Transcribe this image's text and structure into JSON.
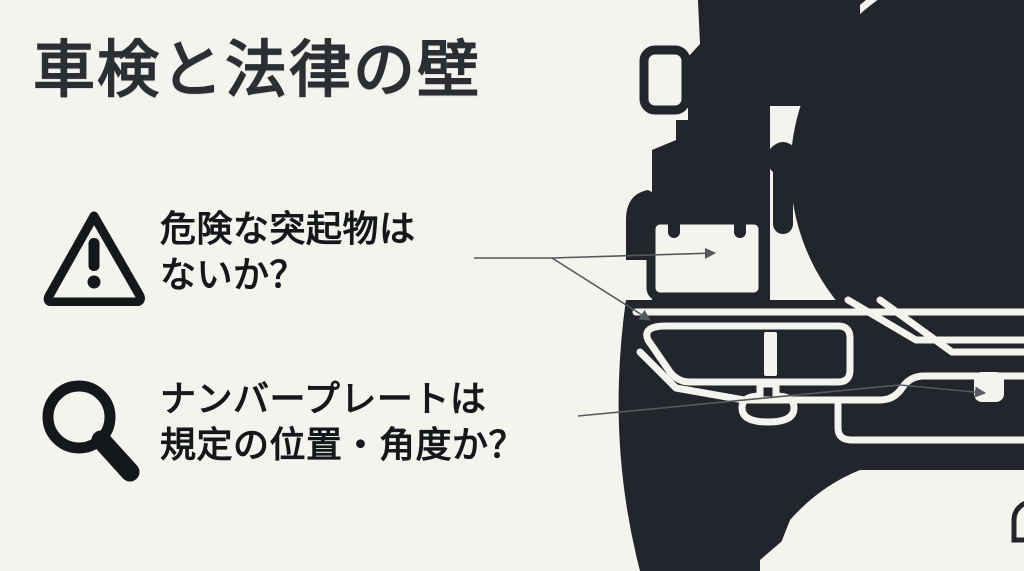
{
  "slide": {
    "title": "車検と法律の壁",
    "background_color": "#f4f3ee",
    "text_color": "#15181b",
    "title_color": "#2b2f33",
    "artwork_dark_color": "#22262c",
    "artwork_light_color": "#f4f3ee",
    "leader_line_color": "#55595e"
  },
  "bullets": [
    {
      "icon": "warning-triangle-icon",
      "line1": "危険な突起物は",
      "line2": "ないか？"
    },
    {
      "icon": "magnifying-glass-icon",
      "line1": "ナンバープレートは",
      "line2": "規定の位置・角度か？"
    }
  ],
  "illustration": {
    "name": "suv-rear-view-illustration",
    "description": "四輪駆動車の後部（スペアタイヤ・ナンバープレート・リアバンパー・ヒッチ）",
    "callouts": [
      {
        "from": "危険な突起物は ないか？",
        "target": "rear-bumper-tail-lamp",
        "arrow": "arrow-to-bumper"
      },
      {
        "from": "危険な突起物は ないか？",
        "target": "license-plate-frame",
        "arrow": "arrow-to-license-plate"
      },
      {
        "from": "ナンバープレートは 規定の位置・角度か？",
        "target": "hitch-receiver",
        "arrow": "arrow-to-hitch"
      }
    ]
  }
}
